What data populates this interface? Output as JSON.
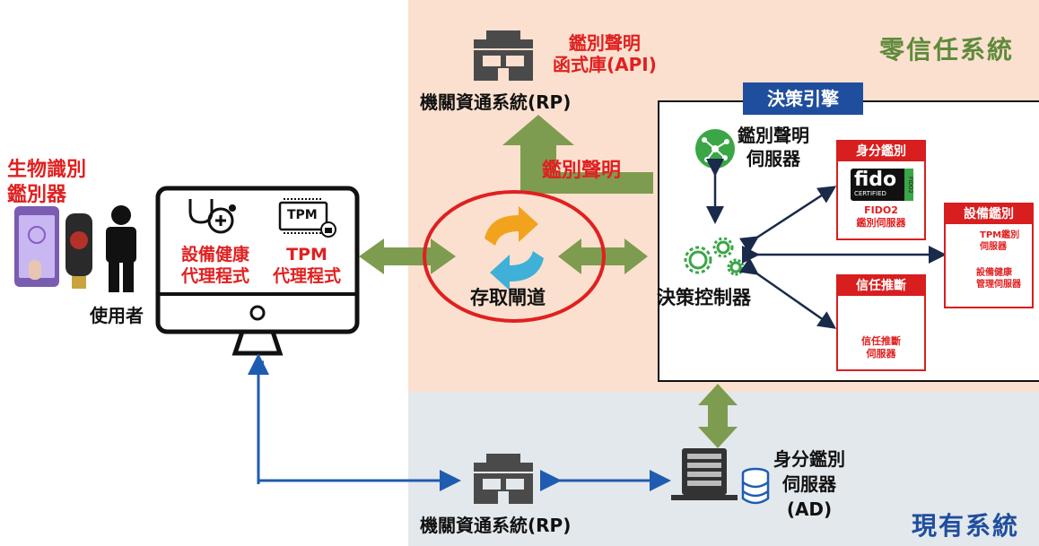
{
  "zones": {
    "zero_trust": "零信任系統",
    "existing": "現有系統"
  },
  "top": {
    "rp_label": "機關資通系統(RP)",
    "api_line1": "鑑別聲明",
    "api_line2": "函式庫(API)",
    "arrow_label": "鑑別聲明"
  },
  "left": {
    "bio_line1": "生物識別",
    "bio_line2": "鑑別器",
    "user": "使用者"
  },
  "monitor": {
    "tpm_chip": "TPM",
    "health_line1": "設備健康",
    "health_line2": "代理程式",
    "tpm_line1": "TPM",
    "tpm_line2": "代理程式"
  },
  "gateway": "存取閘道",
  "decision": {
    "engine": "決策引擎",
    "auth_server_line1": "鑑別聲明",
    "auth_server_line2": "伺服器",
    "controller": "決策控制器",
    "identity": {
      "header": "身分鑑別",
      "logo_text": "fido",
      "logo_sub": "CERTIFIED",
      "logo_tag": "FIDO2",
      "line1": "FIDO2",
      "line2": "鑑別伺服器"
    },
    "trust": {
      "header": "信任推斷",
      "line1": "信任推斷",
      "line2": "伺服器"
    },
    "device": {
      "header": "設備鑑別",
      "tpm_line1": "TPM鑑別",
      "tpm_line2": "伺服器",
      "health_line1": "設備健康",
      "health_line2": "管理伺服器"
    }
  },
  "bottom": {
    "rp_label": "機關資通系統(RP)",
    "ad_line1": "身分鑑別",
    "ad_line2": "伺服器",
    "ad_line3": "(AD)"
  },
  "colors": {
    "zero_trust_bg": "#fbe0cf",
    "existing_bg": "#e3e8ec",
    "title_green": "#5e8a3a",
    "title_blue": "#1f4e9e",
    "red": "#e02020",
    "arrow_green": "#7e9c4f",
    "arrow_blue": "#1f5bb0",
    "engine_blue": "#1f4e9e"
  }
}
